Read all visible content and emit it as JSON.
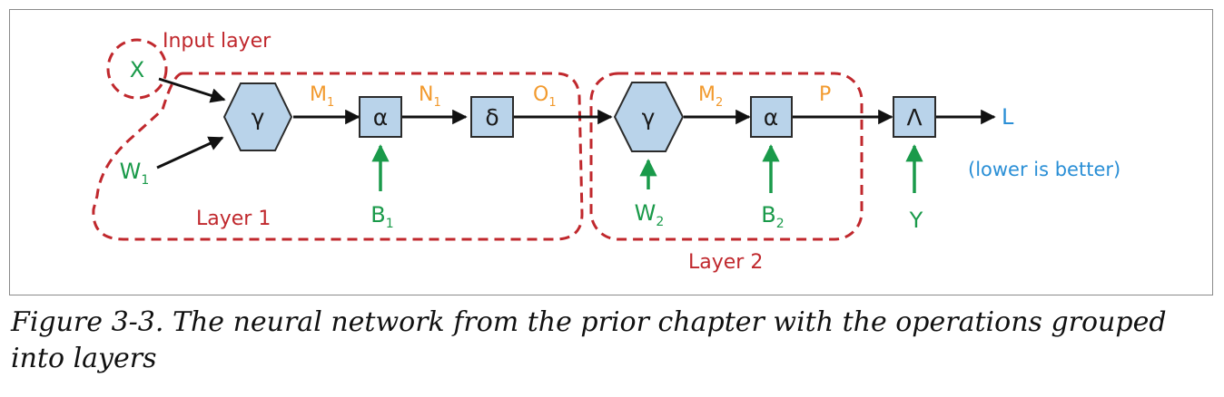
{
  "colors": {
    "layer_outline": "#c0282d",
    "node_fill": "#b9d3ea",
    "operation_label": "#1a1a1a",
    "weight_green": "#1a9a4a",
    "intermediate_orange": "#f29a2e",
    "loss_blue": "#2a8fd6"
  },
  "groups": {
    "input_layer": "Input layer",
    "layer1": "Layer 1",
    "layer2": "Layer 2"
  },
  "nodes": {
    "hex1": "γ",
    "alpha1": "α",
    "delta1": "δ",
    "hex2": "γ",
    "alpha2": "α",
    "lambda": "Λ"
  },
  "inputs": {
    "x": "X",
    "w1": {
      "base": "W",
      "sub": "1"
    },
    "b1": {
      "base": "B",
      "sub": "1"
    },
    "w2": {
      "base": "W",
      "sub": "2"
    },
    "b2": {
      "base": "B",
      "sub": "2"
    },
    "y": "Y"
  },
  "intermediates": {
    "m1": {
      "base": "M",
      "sub": "1"
    },
    "n1": {
      "base": "N",
      "sub": "1"
    },
    "o1": {
      "base": "O",
      "sub": "1"
    },
    "m2": {
      "base": "M",
      "sub": "2"
    },
    "p": "P"
  },
  "output": {
    "loss": "L",
    "note": "(lower is better)"
  },
  "caption": "Figure 3-3. The neural network from the prior chapter with the operations grouped into layers"
}
